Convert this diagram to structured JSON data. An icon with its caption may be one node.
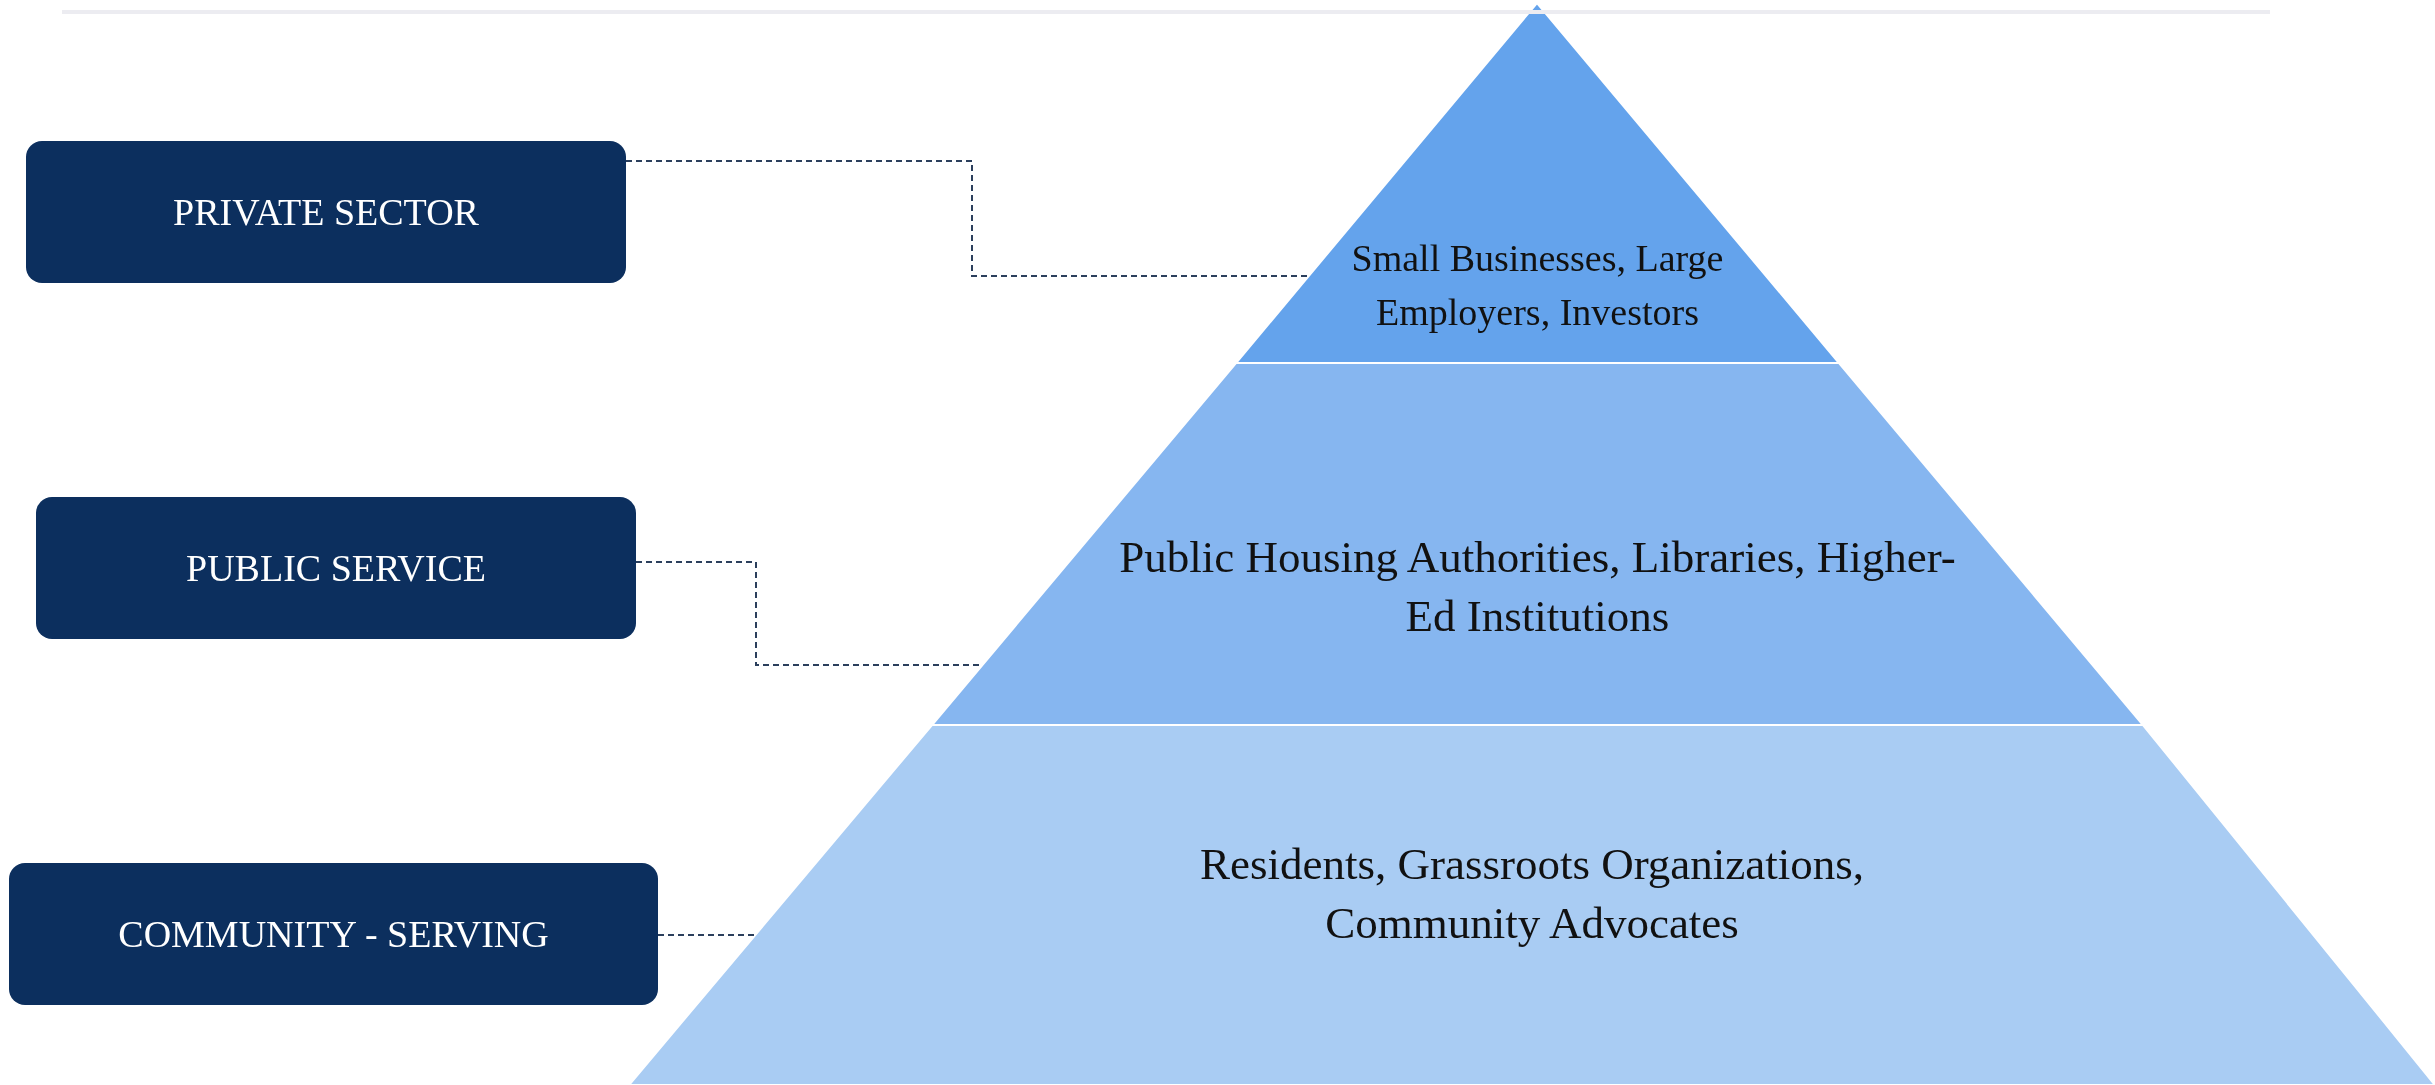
{
  "diagram": {
    "nodes": [
      {
        "text": [
          "PRIVATE SECTOR"
        ]
      },
      {
        "text": [
          "PUBLIC SERVICE"
        ]
      },
      {
        "text": [
          "COMMUNITY - SERVING"
        ]
      },
      {
        "text": [
          "Small Businesses, Large Employers, Investors"
        ]
      },
      {
        "text": [
          "Public Housing Authorities, Libraries, Higher-Ed Institutions"
        ]
      },
      {
        "text": [
          "Residents, Grassroots Organizations, Community Advocates"
        ]
      }
    ],
    "edges": [
      {
        "from": 0,
        "to": 3,
        "arrow": "none",
        "style": "dashed"
      },
      {
        "from": 1,
        "to": 4,
        "arrow": "none",
        "style": "dashed"
      },
      {
        "from": 2,
        "to": 5,
        "arrow": "none",
        "style": "dashed"
      }
    ]
  }
}
